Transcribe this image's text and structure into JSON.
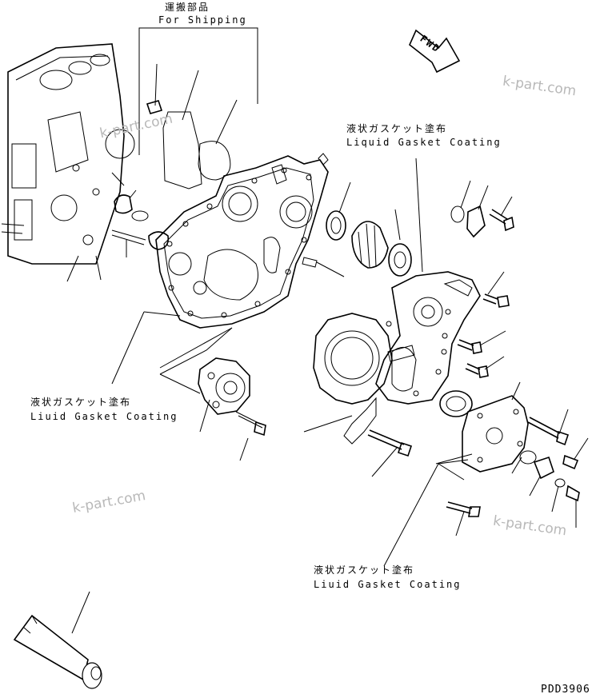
{
  "labels": {
    "shipping_jp": "運搬部品",
    "shipping_en": "For Shipping",
    "gasket_jp": "液状ガスケット塗布",
    "gasket_en": "Liuid Gasket Coating",
    "gasket_en_alt": "Liquid Gasket Coating",
    "fwd": "FWD",
    "code": "PDD3906"
  },
  "watermark": {
    "text": "k-part.com",
    "color": "#b8b8b8"
  }
}
